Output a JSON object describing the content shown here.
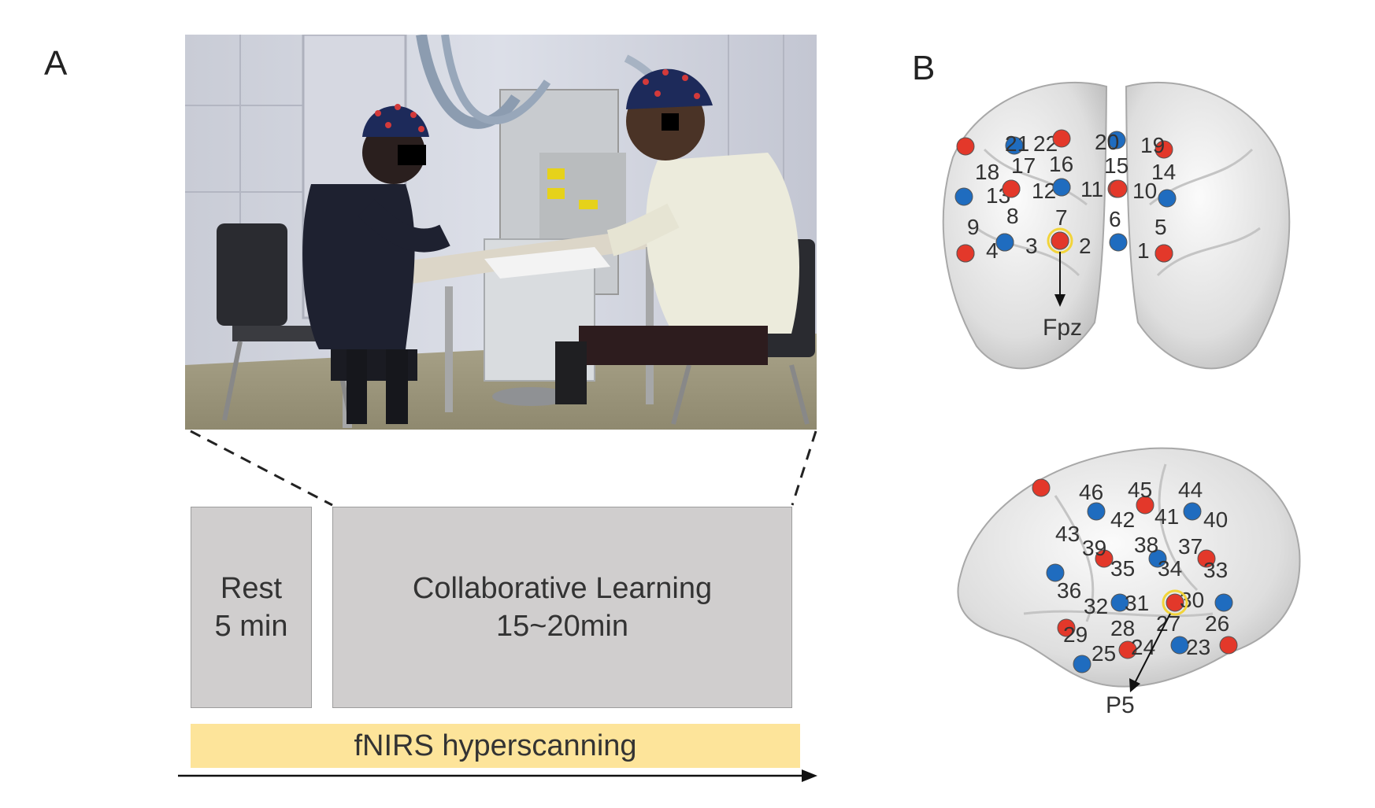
{
  "panels": {
    "a_label": "A",
    "b_label": "B"
  },
  "timeline": {
    "rest_line1": "Rest",
    "rest_line2": "5 min",
    "collab_line1": "Collaborative Learning",
    "collab_line2": "15~20min",
    "bar_label": "fNIRS hyperscanning"
  },
  "frontal": {
    "reference": "Fpz",
    "channels": [
      {
        "n": "22",
        "c": "blue"
      },
      {
        "n": "21",
        "c": "red"
      },
      {
        "n": "20",
        "c": "blue"
      },
      {
        "n": "19",
        "c": "red"
      },
      {
        "n": "18",
        "c": "red"
      },
      {
        "n": "17",
        "c": "red"
      },
      {
        "n": "16",
        "c": "blue"
      },
      {
        "n": "15",
        "c": "red"
      },
      {
        "n": "14",
        "c": "blue"
      },
      {
        "n": "13",
        "c": "blue"
      },
      {
        "n": "12",
        "c": "red"
      },
      {
        "n": "11",
        "c": "blue"
      },
      {
        "n": "10",
        "c": "red"
      },
      {
        "n": "9",
        "c": "red"
      },
      {
        "n": "8",
        "c": "blue"
      },
      {
        "n": "7",
        "c": "red"
      },
      {
        "n": "6",
        "c": "blue"
      },
      {
        "n": "5",
        "c": "red"
      },
      {
        "n": "4",
        "c": "red"
      },
      {
        "n": "3",
        "c": "blue"
      },
      {
        "n": "2",
        "c": "red"
      },
      {
        "n": "1",
        "c": "red"
      }
    ]
  },
  "lateral": {
    "reference": "P5",
    "channels": [
      {
        "n": "46"
      },
      {
        "n": "45"
      },
      {
        "n": "44"
      },
      {
        "n": "43"
      },
      {
        "n": "42"
      },
      {
        "n": "41"
      },
      {
        "n": "40"
      },
      {
        "n": "39"
      },
      {
        "n": "38"
      },
      {
        "n": "37"
      },
      {
        "n": "36"
      },
      {
        "n": "35"
      },
      {
        "n": "34"
      },
      {
        "n": "33"
      },
      {
        "n": "32"
      },
      {
        "n": "31"
      },
      {
        "n": "30"
      },
      {
        "n": "29"
      },
      {
        "n": "28"
      },
      {
        "n": "27"
      },
      {
        "n": "26"
      },
      {
        "n": "25"
      },
      {
        "n": "24"
      },
      {
        "n": "23"
      }
    ]
  },
  "colors": {
    "red_optode": "#e3382a",
    "blue_optode": "#1f6cbf",
    "highlight": "#f2d43a",
    "block": "#d0cece",
    "bar": "#fde49a"
  }
}
